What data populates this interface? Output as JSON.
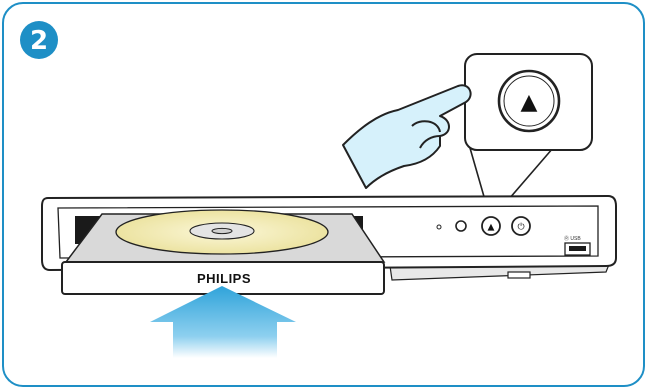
{
  "step": {
    "number": "2"
  },
  "device": {
    "brand": "PHILIPS",
    "usb_label": "Ⓡ USB",
    "eject_glyph": "▲",
    "power_glyph": "⏻"
  },
  "callout": {
    "glyph": "▲"
  },
  "colors": {
    "frame_border": "#1e8fc6",
    "step_badge": "#1e8fc6",
    "arrow": "#33a6dd",
    "hand_fill": "#d6f1fb",
    "disc": "#f1ebb2"
  },
  "icons": [
    "step-badge",
    "hand-pointer-icon",
    "eject-icon",
    "power-icon",
    "usb-port-icon",
    "push-arrow-icon"
  ]
}
